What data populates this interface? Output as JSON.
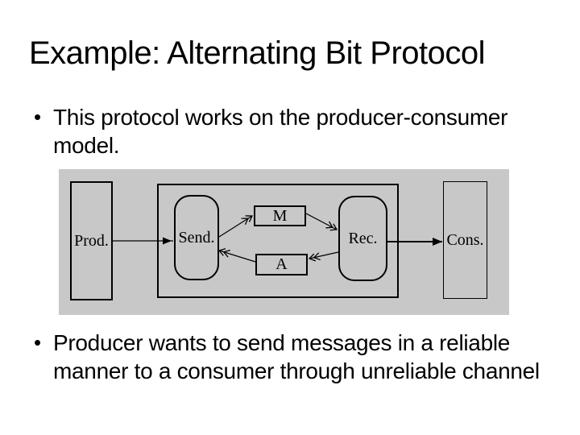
{
  "slide": {
    "title": "Example: Alternating Bit Protocol",
    "bullets": [
      {
        "marker": "•",
        "lines": [
          "This protocol works on the producer-consumer",
          "model."
        ]
      },
      {
        "marker": "•",
        "lines": [
          "Producer wants to send messages in a reliable",
          "manner to a consumer through unreliable channel"
        ]
      }
    ]
  },
  "diagram": {
    "background_color": "#c8c8c8",
    "line_color": "#000000",
    "nodes": {
      "producer": "Prod.",
      "sender": "Send.",
      "message_channel": "M",
      "ack_channel": "A",
      "receiver": "Rec.",
      "consumer": "Cons."
    }
  }
}
